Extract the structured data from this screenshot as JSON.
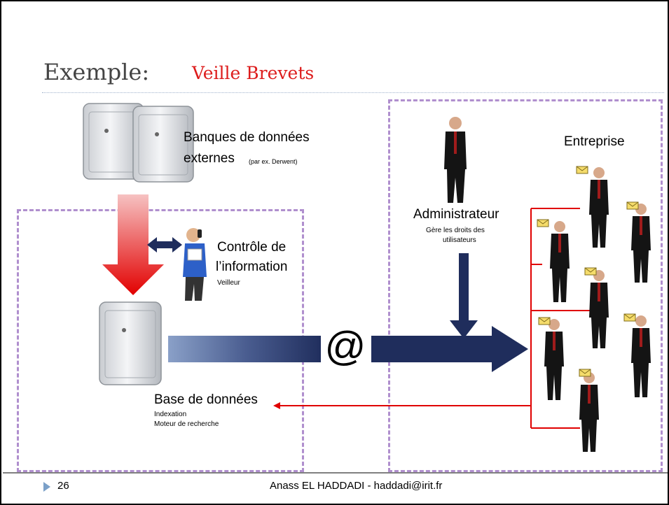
{
  "title": {
    "main": "Exemple:",
    "subtitle": "Veille Brevets"
  },
  "banques": {
    "line1": "Banques de données",
    "line2": "externes",
    "note": "(par ex. Derwent)"
  },
  "controle": {
    "line1": "Contrôle de",
    "line2": "l’information",
    "role": "Veilleur"
  },
  "base": {
    "title": "Base de données",
    "item1": "Indexation",
    "item2": "Moteur de recherche"
  },
  "at_symbol": "@",
  "admin": {
    "title": "Administrateur",
    "desc_line1": "Gère les droits des",
    "desc_line2": "utilisateurs"
  },
  "entreprise": {
    "label": "Entreprise"
  },
  "footer": {
    "page": "26",
    "credit": "Anass EL HADDADI - haddadi@irit.fr"
  },
  "colors": {
    "accent_red": "#dd1c1c",
    "arrow_navy": "#1f2d5c",
    "dash_purple": "#b08fce",
    "connector_red": "#e00000"
  }
}
